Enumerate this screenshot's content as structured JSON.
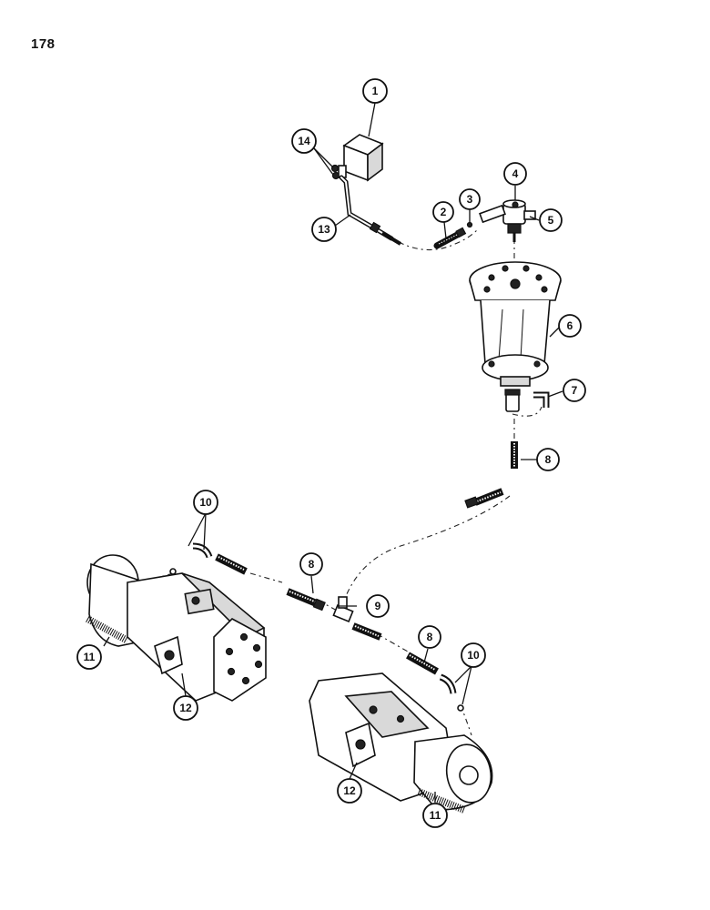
{
  "page": {
    "number": "178"
  },
  "callouts": [
    {
      "id": "c1",
      "label": "1"
    },
    {
      "id": "c2",
      "label": "2"
    },
    {
      "id": "c3",
      "label": "3"
    },
    {
      "id": "c4",
      "label": "4"
    },
    {
      "id": "c5",
      "label": "5"
    },
    {
      "id": "c6",
      "label": "6"
    },
    {
      "id": "c7",
      "label": "7"
    },
    {
      "id": "c8a",
      "label": "8"
    },
    {
      "id": "c8b",
      "label": "8"
    },
    {
      "id": "c8c",
      "label": "8"
    },
    {
      "id": "c9",
      "label": "9"
    },
    {
      "id": "c10a",
      "label": "10"
    },
    {
      "id": "c10b",
      "label": "10"
    },
    {
      "id": "c11a",
      "label": "11"
    },
    {
      "id": "c11b",
      "label": "11"
    },
    {
      "id": "c12a",
      "label": "12"
    },
    {
      "id": "c12b",
      "label": "12"
    },
    {
      "id": "c13",
      "label": "13"
    },
    {
      "id": "c14",
      "label": "14"
    }
  ]
}
